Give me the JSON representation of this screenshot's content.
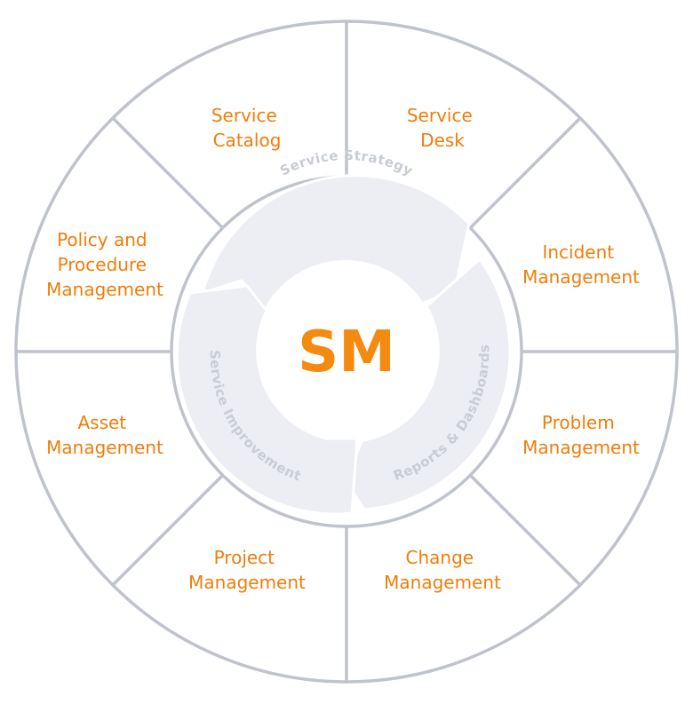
{
  "center": {
    "label": "SM"
  },
  "segments": [
    {
      "id": "service-catalog",
      "lines": [
        "Service",
        "Catalog"
      ]
    },
    {
      "id": "service-desk",
      "lines": [
        "Service",
        "Desk"
      ]
    },
    {
      "id": "incident-management",
      "lines": [
        "Incident",
        "Management"
      ]
    },
    {
      "id": "problem-management",
      "lines": [
        "Problem",
        "Management"
      ]
    },
    {
      "id": "change-management",
      "lines": [
        "Change",
        "Management"
      ]
    },
    {
      "id": "project-management",
      "lines": [
        "Project",
        "Management"
      ]
    },
    {
      "id": "asset-management",
      "lines": [
        "Asset",
        "Management"
      ]
    },
    {
      "id": "policy-and-procedure-management",
      "lines": [
        "Policy and",
        "Procedure",
        "Management"
      ]
    }
  ],
  "cycle": {
    "strategy": "Service Strategy",
    "reports": "Reports & Dashboards",
    "improvement": "Service Improvement"
  },
  "colors": {
    "ring": "#bfc3cc",
    "accent": "#f07d0a",
    "cycle_fill": "#eceef3",
    "cycle_text": "#c8ccd4"
  }
}
